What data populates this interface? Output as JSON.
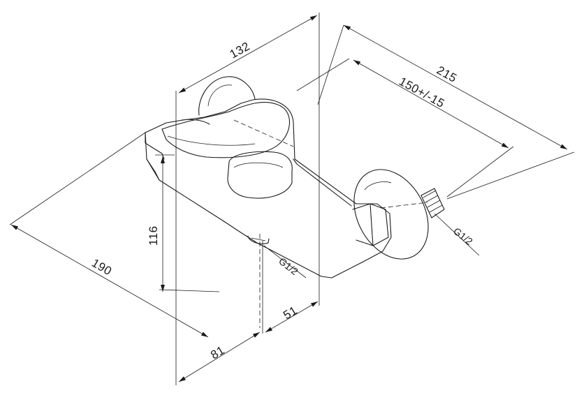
{
  "dimensions": {
    "d132": "132",
    "d215": "215",
    "d150": "150+/-15",
    "d116": "116",
    "d190": "190",
    "d81": "81",
    "d51": "51"
  },
  "threads": {
    "bottom_outlet": "G1/2",
    "wall_connection": "G1/2"
  },
  "colors": {
    "line": "#1a1a1a",
    "background": "#ffffff"
  }
}
